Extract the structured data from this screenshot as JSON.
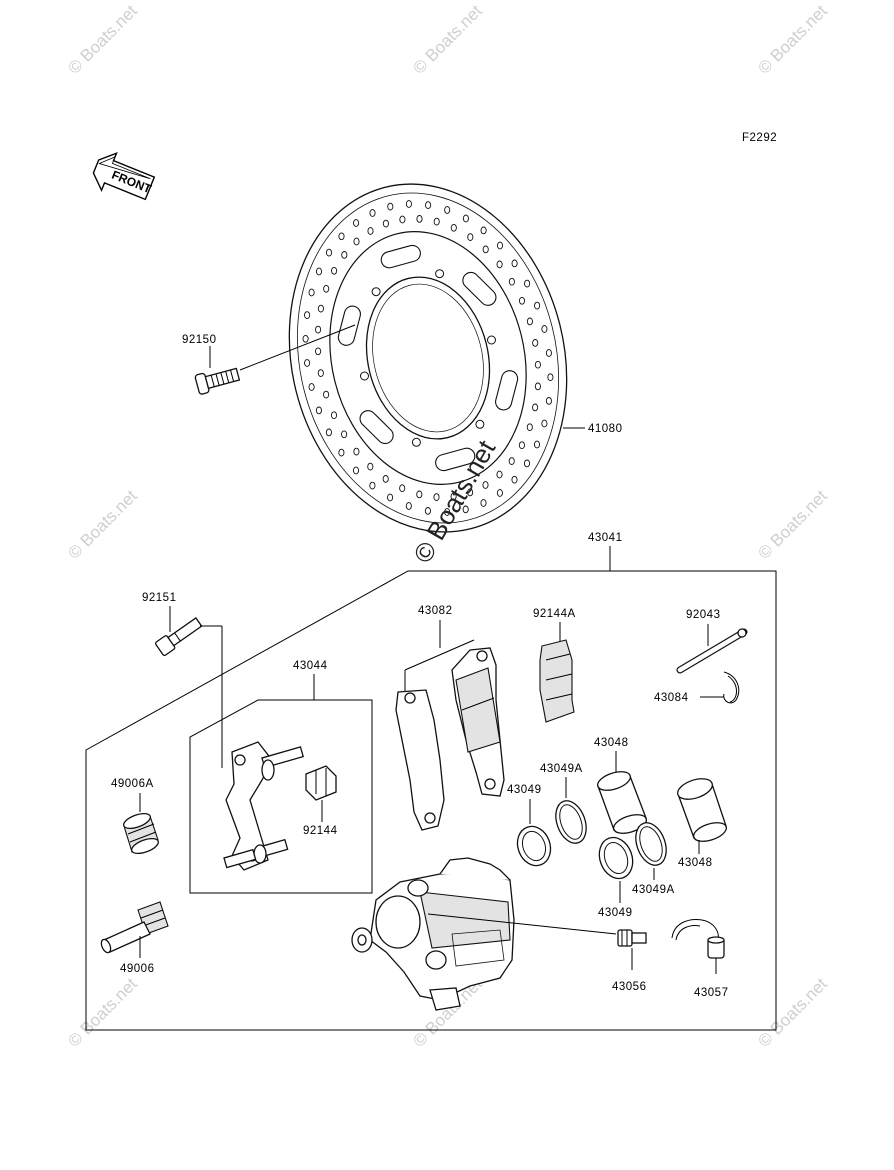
{
  "figure_code": "F2292",
  "front_arrow_label": "FRONT",
  "watermark_text": "© Boats.net",
  "parts": {
    "bolt_disc": "92150",
    "disc": "41080",
    "caliper_assy": "43041",
    "bolt_caliper": "92151",
    "bracket_assy": "43044",
    "pad_assy": "43082",
    "spring_pad": "92144A",
    "pin": "92043",
    "clip": "43084",
    "piston_a": "43048",
    "seal_a": "43049A",
    "seal_b": "43049",
    "piston_b": "43048",
    "seal_c": "43049A",
    "seal_d": "43049",
    "boot_a": "49006A",
    "spring": "92144",
    "pin_slide": "49006",
    "bleeder": "43056",
    "cap": "43057"
  },
  "colors": {
    "line": "#000000",
    "watermark": "#cfcfcf"
  }
}
